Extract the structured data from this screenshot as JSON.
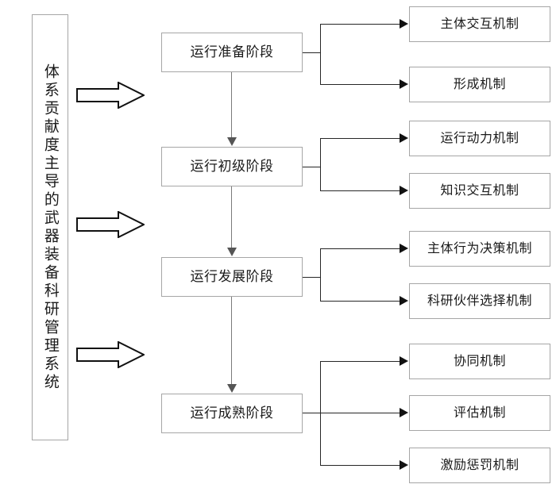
{
  "diagram": {
    "title_box": {
      "label": "体系贡献度主导的武器装备科研管理系统",
      "orientation": "vertical"
    },
    "stages": [
      {
        "id": "stage-1",
        "label": "运行准备阶段"
      },
      {
        "id": "stage-2",
        "label": "运行初级阶段"
      },
      {
        "id": "stage-3",
        "label": "运行发展阶段"
      },
      {
        "id": "stage-4",
        "label": "运行成熟阶段"
      }
    ],
    "mechanism_groups": [
      {
        "stage": "运行准备阶段",
        "items": [
          {
            "id": "mech-1-1",
            "label": "主体交互机制"
          },
          {
            "id": "mech-1-2",
            "label": "形成机制"
          }
        ]
      },
      {
        "stage": "运行初级阶段",
        "items": [
          {
            "id": "mech-2-1",
            "label": "运行动力机制"
          },
          {
            "id": "mech-2-2",
            "label": "知识交互机制"
          }
        ]
      },
      {
        "stage": "运行发展阶段",
        "items": [
          {
            "id": "mech-3-1",
            "label": "主体行为决策机制"
          },
          {
            "id": "mech-3-2",
            "label": "科研伙伴选择机制"
          }
        ]
      },
      {
        "stage": "运行成熟阶段",
        "items": [
          {
            "id": "mech-4-1",
            "label": "协同机制"
          },
          {
            "id": "mech-4-2",
            "label": "评估机制"
          },
          {
            "id": "mech-4-3",
            "label": "激励惩罚机制"
          }
        ]
      }
    ],
    "block_arrows": [
      {
        "id": "block-arrow-1",
        "points_to": "运行准备阶段"
      },
      {
        "id": "block-arrow-2",
        "points_to": "运行发展阶段"
      },
      {
        "id": "block-arrow-3",
        "points_to": "运行成熟阶段"
      }
    ],
    "colors": {
      "box_border": "#a6a6a6",
      "connector": "#262626",
      "stage_connector": "#7a7a7a",
      "text": "#1a1a1a",
      "background": "#ffffff"
    }
  }
}
